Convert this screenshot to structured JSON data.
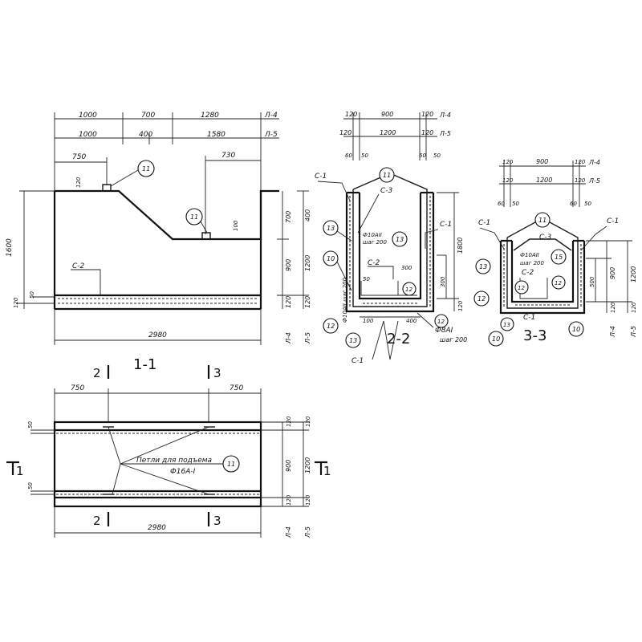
{
  "s11": {
    "top_dims_l4": [
      "1000",
      "700",
      "1280",
      "Л-4"
    ],
    "top_dims_l5": [
      "1000",
      "400",
      "1580",
      "Л-5"
    ],
    "dim_750": "750",
    "dim_730": "730",
    "dim_120": "120",
    "dim_100": "100",
    "left_1600": "1600",
    "left_50": "50",
    "left_120": "120",
    "right_l4": [
      "700",
      "900",
      "120"
    ],
    "right_l5": [
      "400",
      "1200",
      "120"
    ],
    "total": "2980",
    "label_l4": "Л-4",
    "label_l5": "Л-5",
    "c2": "С-2",
    "callout": "11",
    "title": "1-1"
  },
  "s22": {
    "top_l4": [
      "120",
      "900",
      "120",
      "Л-4"
    ],
    "top_l5": [
      "120",
      "1200",
      "120",
      "Л-5"
    ],
    "dim_60": "60",
    "dim_50": "50",
    "c1": "С-1",
    "c3": "С-3",
    "c2": "С-2",
    "rebar1": "Ф10АII",
    "rebar1_step": "шаг 200",
    "rebar2": "Ф8АI",
    "rebar2_step": "шаг 200",
    "side_rebar": "Ф10АII шаг 200",
    "dim_300": "300",
    "dim_100": "100",
    "dim_400": "400",
    "v_1800": "1800",
    "v_300": "300",
    "v_120": "120",
    "callouts": [
      "11",
      "13",
      "10",
      "12",
      "12",
      "13",
      "12",
      "10"
    ],
    "title": "2-2"
  },
  "s33": {
    "top_l4": [
      "120",
      "900",
      "120",
      "Л-4"
    ],
    "top_l5": [
      "120",
      "1200",
      "120",
      "Л-5"
    ],
    "dim_60": "60",
    "dim_50": "50",
    "c1": "С-1",
    "c3": "С-3",
    "c2": "С-2",
    "rebar": "Ф10АII",
    "rebar_step": "шаг 200",
    "v_500": "500",
    "v_900": "900",
    "v_1200": "1200",
    "v_120": "120",
    "label_l4": "Л-4",
    "label_l5": "Л-5",
    "callouts": [
      "11",
      "13",
      "15",
      "12",
      "12",
      "13",
      "10"
    ],
    "title": "3-3"
  },
  "plan": {
    "dim_750a": "750",
    "dim_750b": "750",
    "total": "2980",
    "left_50a": "50",
    "left_50b": "50",
    "right_l4": [
      "120",
      "900",
      "120"
    ],
    "right_l5": [
      "120",
      "1200",
      "120"
    ],
    "label_l4": "Л-4",
    "label_l5": "Л-5",
    "loops_label": "Петли для подъема",
    "loops_spec": "Ф16А-I",
    "callout": "11",
    "sec2": "2",
    "sec3": "3",
    "sec1": "1"
  }
}
